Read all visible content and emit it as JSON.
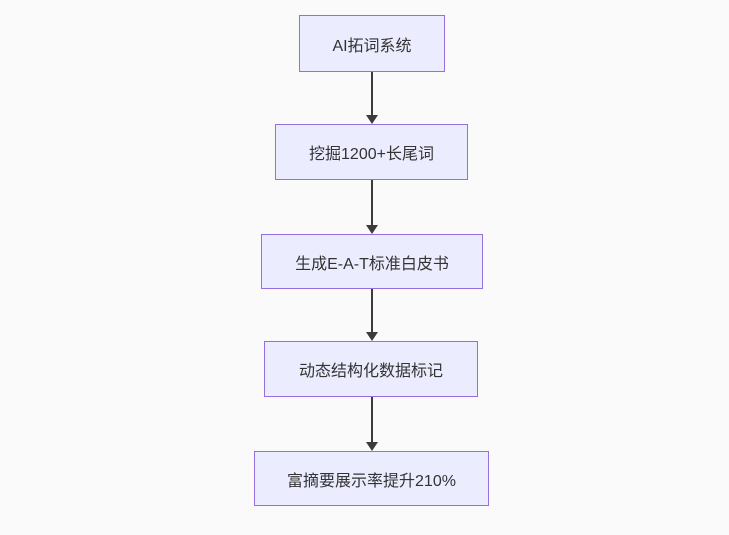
{
  "flowchart": {
    "type": "flowchart",
    "direction": "top-down",
    "nodes": [
      {
        "label": "AI拓词系统"
      },
      {
        "label": "挖掘1200+长尾词"
      },
      {
        "label": "生成E-A-T标准白皮书"
      },
      {
        "label": "动态结构化数据标记"
      },
      {
        "label": "富摘要展示率提升210%"
      }
    ],
    "edges": [
      {
        "from": 0,
        "to": 1
      },
      {
        "from": 1,
        "to": 2
      },
      {
        "from": 2,
        "to": 3
      },
      {
        "from": 3,
        "to": 4
      }
    ],
    "colors": {
      "background": "#fafafa",
      "node_fill": "#ECECFF",
      "node_border": "#9370DB",
      "text": "#333333",
      "edge": "#3b3b3b"
    }
  }
}
